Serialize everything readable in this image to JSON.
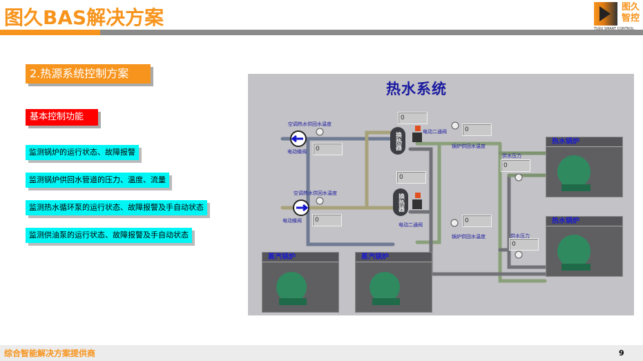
{
  "header": {
    "title": "图久BAS解决方案",
    "logo_text": "图久智控",
    "logo_subtext": "TUJIU SMART CONTROL"
  },
  "section_title": "2.热源系统控制方案",
  "function_heading": "基本控制功能",
  "functions": [
    "监测锅炉的运行状态、故障报警",
    "监测锅炉供回水管道的压力、温度、流量",
    "监测热水循环泵的运行状态、故障报警及手自动状态",
    "监测供油泵的运行状态、故障报警及手自动状态"
  ],
  "diagram": {
    "title": "热水系统",
    "labels": {
      "ac_temp": "空调热水供回水温度",
      "butterfly_valve": "电动蝶阀",
      "two_way_valve": "电动二通阀",
      "boiler_temp": "锅炉供回水温度",
      "supply_pressure": "供水压力",
      "heat_exchanger": "换热器"
    },
    "readings": [
      "0",
      "0",
      "0",
      "0",
      "0",
      "0",
      "0",
      "0"
    ],
    "boilers": [
      "热水锅炉",
      "热水锅炉",
      "蒸汽锅炉",
      "蒸汽锅炉"
    ]
  },
  "footer": {
    "text": "综合智能解决方案提供商",
    "page": "9"
  },
  "colors": {
    "accent": "#f7941d",
    "cyan": "#00f5f5",
    "red": "#ff0000",
    "panel": "#c3c2c6"
  }
}
